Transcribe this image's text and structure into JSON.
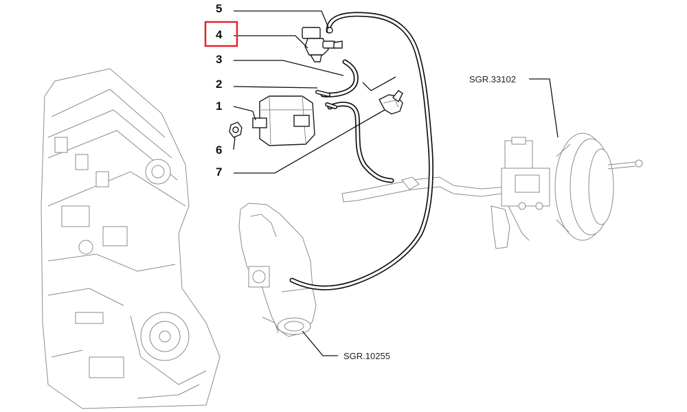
{
  "callouts": {
    "c1": "1",
    "c2": "2",
    "c3": "3",
    "c4": "4",
    "c5": "5",
    "c6": "6",
    "c7": "7"
  },
  "references": {
    "ref_top": "SGR.33102",
    "ref_bottom": "SGR.10255"
  },
  "highlight_color": "#e0242b"
}
